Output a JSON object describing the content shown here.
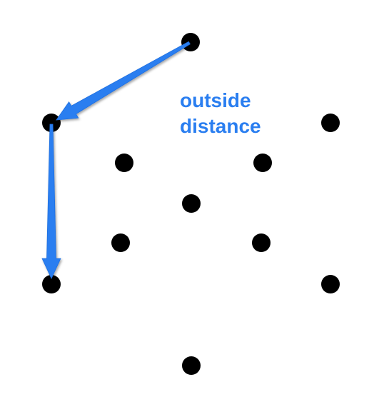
{
  "colors": {
    "dot": "#000000",
    "arrow": "#2a7ef0",
    "label": "#2a7ef0",
    "background": "#ffffff"
  },
  "diagram": {
    "label_lines": [
      "outside",
      "distance"
    ],
    "dots": [
      "top-center",
      "outer-upper-left",
      "outer-upper-right",
      "inner-upper-left",
      "inner-upper-right",
      "center",
      "inner-lower-left",
      "inner-lower-right",
      "outer-lower-left",
      "outer-lower-right",
      "bottom-center"
    ],
    "arrows": [
      {
        "from": "top-center",
        "to": "outer-upper-left"
      },
      {
        "from": "outer-upper-left",
        "to": "outer-lower-left"
      }
    ]
  }
}
